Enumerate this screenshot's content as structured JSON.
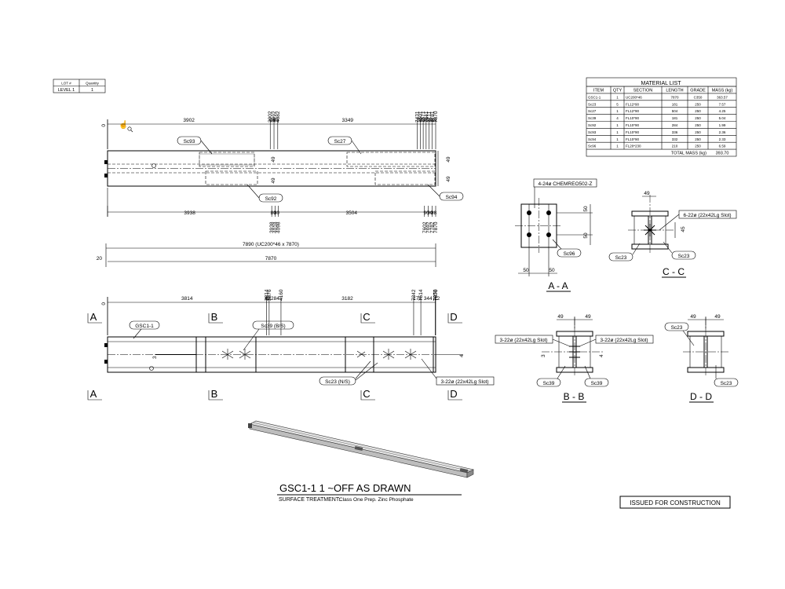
{
  "lot_table": {
    "headers": [
      "LOT #",
      "Quantity"
    ],
    "row": [
      "LEVEL 1",
      "1"
    ]
  },
  "material_list": {
    "title": "MATERIAL LIST",
    "headers": [
      "ITEM",
      "QTY",
      "SECTION",
      "LENGTH",
      "GRADE",
      "MASS (kg)"
    ],
    "rows": [
      [
        "GSC1-1",
        "1",
        "UC200*46",
        "7870",
        "C350",
        "363.57"
      ],
      [
        "Sc23",
        "5",
        "FL12*90",
        "181",
        "250",
        "7.57"
      ],
      [
        "Sc27",
        "1",
        "FL12*90",
        "504",
        "250",
        "4.25"
      ],
      [
        "Sc39",
        "4",
        "FL10*90",
        "181",
        "250",
        "5.04"
      ],
      [
        "Sc92",
        "1",
        "FL10*90",
        "284",
        "250",
        "1.99"
      ],
      [
        "Sc93",
        "1",
        "FL10*90",
        "336",
        "250",
        "2.36"
      ],
      [
        "Sc94",
        "1",
        "FL10*90",
        "332",
        "250",
        "2.33"
      ],
      [
        "Sc96",
        "1",
        "FL20*230",
        "210",
        "250",
        "6.59"
      ]
    ],
    "total_label": "TOTAL MASS (kg)",
    "total_value": "393.70"
  },
  "plan_view": {
    "top_dims": [
      "3902",
      "90",
      "90",
      "3349",
      "70",
      "70",
      "70",
      "70",
      "70",
      "89"
    ],
    "top_vert_dims": [
      "3902",
      "3992",
      "4082",
      "7431",
      "7501",
      "7571",
      "7641",
      "7711",
      "7781",
      "7870"
    ],
    "bottom_dims": [
      "3938",
      "80",
      "80",
      "3504",
      "90",
      "90",
      "88"
    ],
    "bottom_vert_dims": [
      "3938",
      "4018",
      "4098",
      "7602",
      "7692",
      "7782",
      "7870"
    ],
    "side_dims": [
      "49",
      "49",
      "49",
      "49"
    ],
    "zero": "0",
    "tags": [
      "Sc93",
      "Sc27",
      "Sc92",
      "Sc94"
    ]
  },
  "elevation": {
    "overall": "7890 (UC200*46 x 7870)",
    "length": "7870",
    "offset": "20",
    "dims": [
      "3814",
      "62",
      "284",
      "3182",
      "172",
      "344",
      "12"
    ],
    "vert_dims": [
      "3814",
      "3876",
      "4160",
      "7342",
      "7514",
      "7858",
      "7870"
    ],
    "zero": "0",
    "web_dim": "3",
    "end_dim": "4",
    "sections": [
      "A",
      "B",
      "C",
      "D"
    ],
    "tags": [
      "GSC1-1",
      "Sc39 (B/S)",
      "Sc23 (N/S)",
      "3-22ø (22x42Lg Slot)"
    ]
  },
  "section_aa": {
    "title": "A - A",
    "callout": "4-24ø CHEMREO502-Z",
    "tag": "Sc96",
    "dims": [
      "50",
      "50",
      "50",
      "50"
    ]
  },
  "section_cc": {
    "title": "C - C",
    "callout": "6-22ø (22x42Lg Slot)",
    "tags": [
      "Sc23",
      "Sc23"
    ],
    "dims": [
      "49",
      "45"
    ]
  },
  "section_bb": {
    "title": "B - B",
    "callouts": [
      "3-22ø (22x42Lg Slot)",
      "3-22ø (22x42Lg Slot)"
    ],
    "tags": [
      "Sc39",
      "Sc39"
    ],
    "dims": [
      "49",
      "49",
      "3",
      "4"
    ]
  },
  "section_dd": {
    "title": "D - D",
    "tags": [
      "Sc23",
      "Sc23"
    ],
    "dims": [
      "49",
      "49"
    ]
  },
  "footer": {
    "title": "GSC1-1   1  ~OFF AS DRAWN",
    "surface_label": "SURFACE TREATMENT:",
    "surface_value": "Class One Prep. Zinc Phosphate",
    "stamp": "ISSUED FOR CONSTRUCTION"
  }
}
